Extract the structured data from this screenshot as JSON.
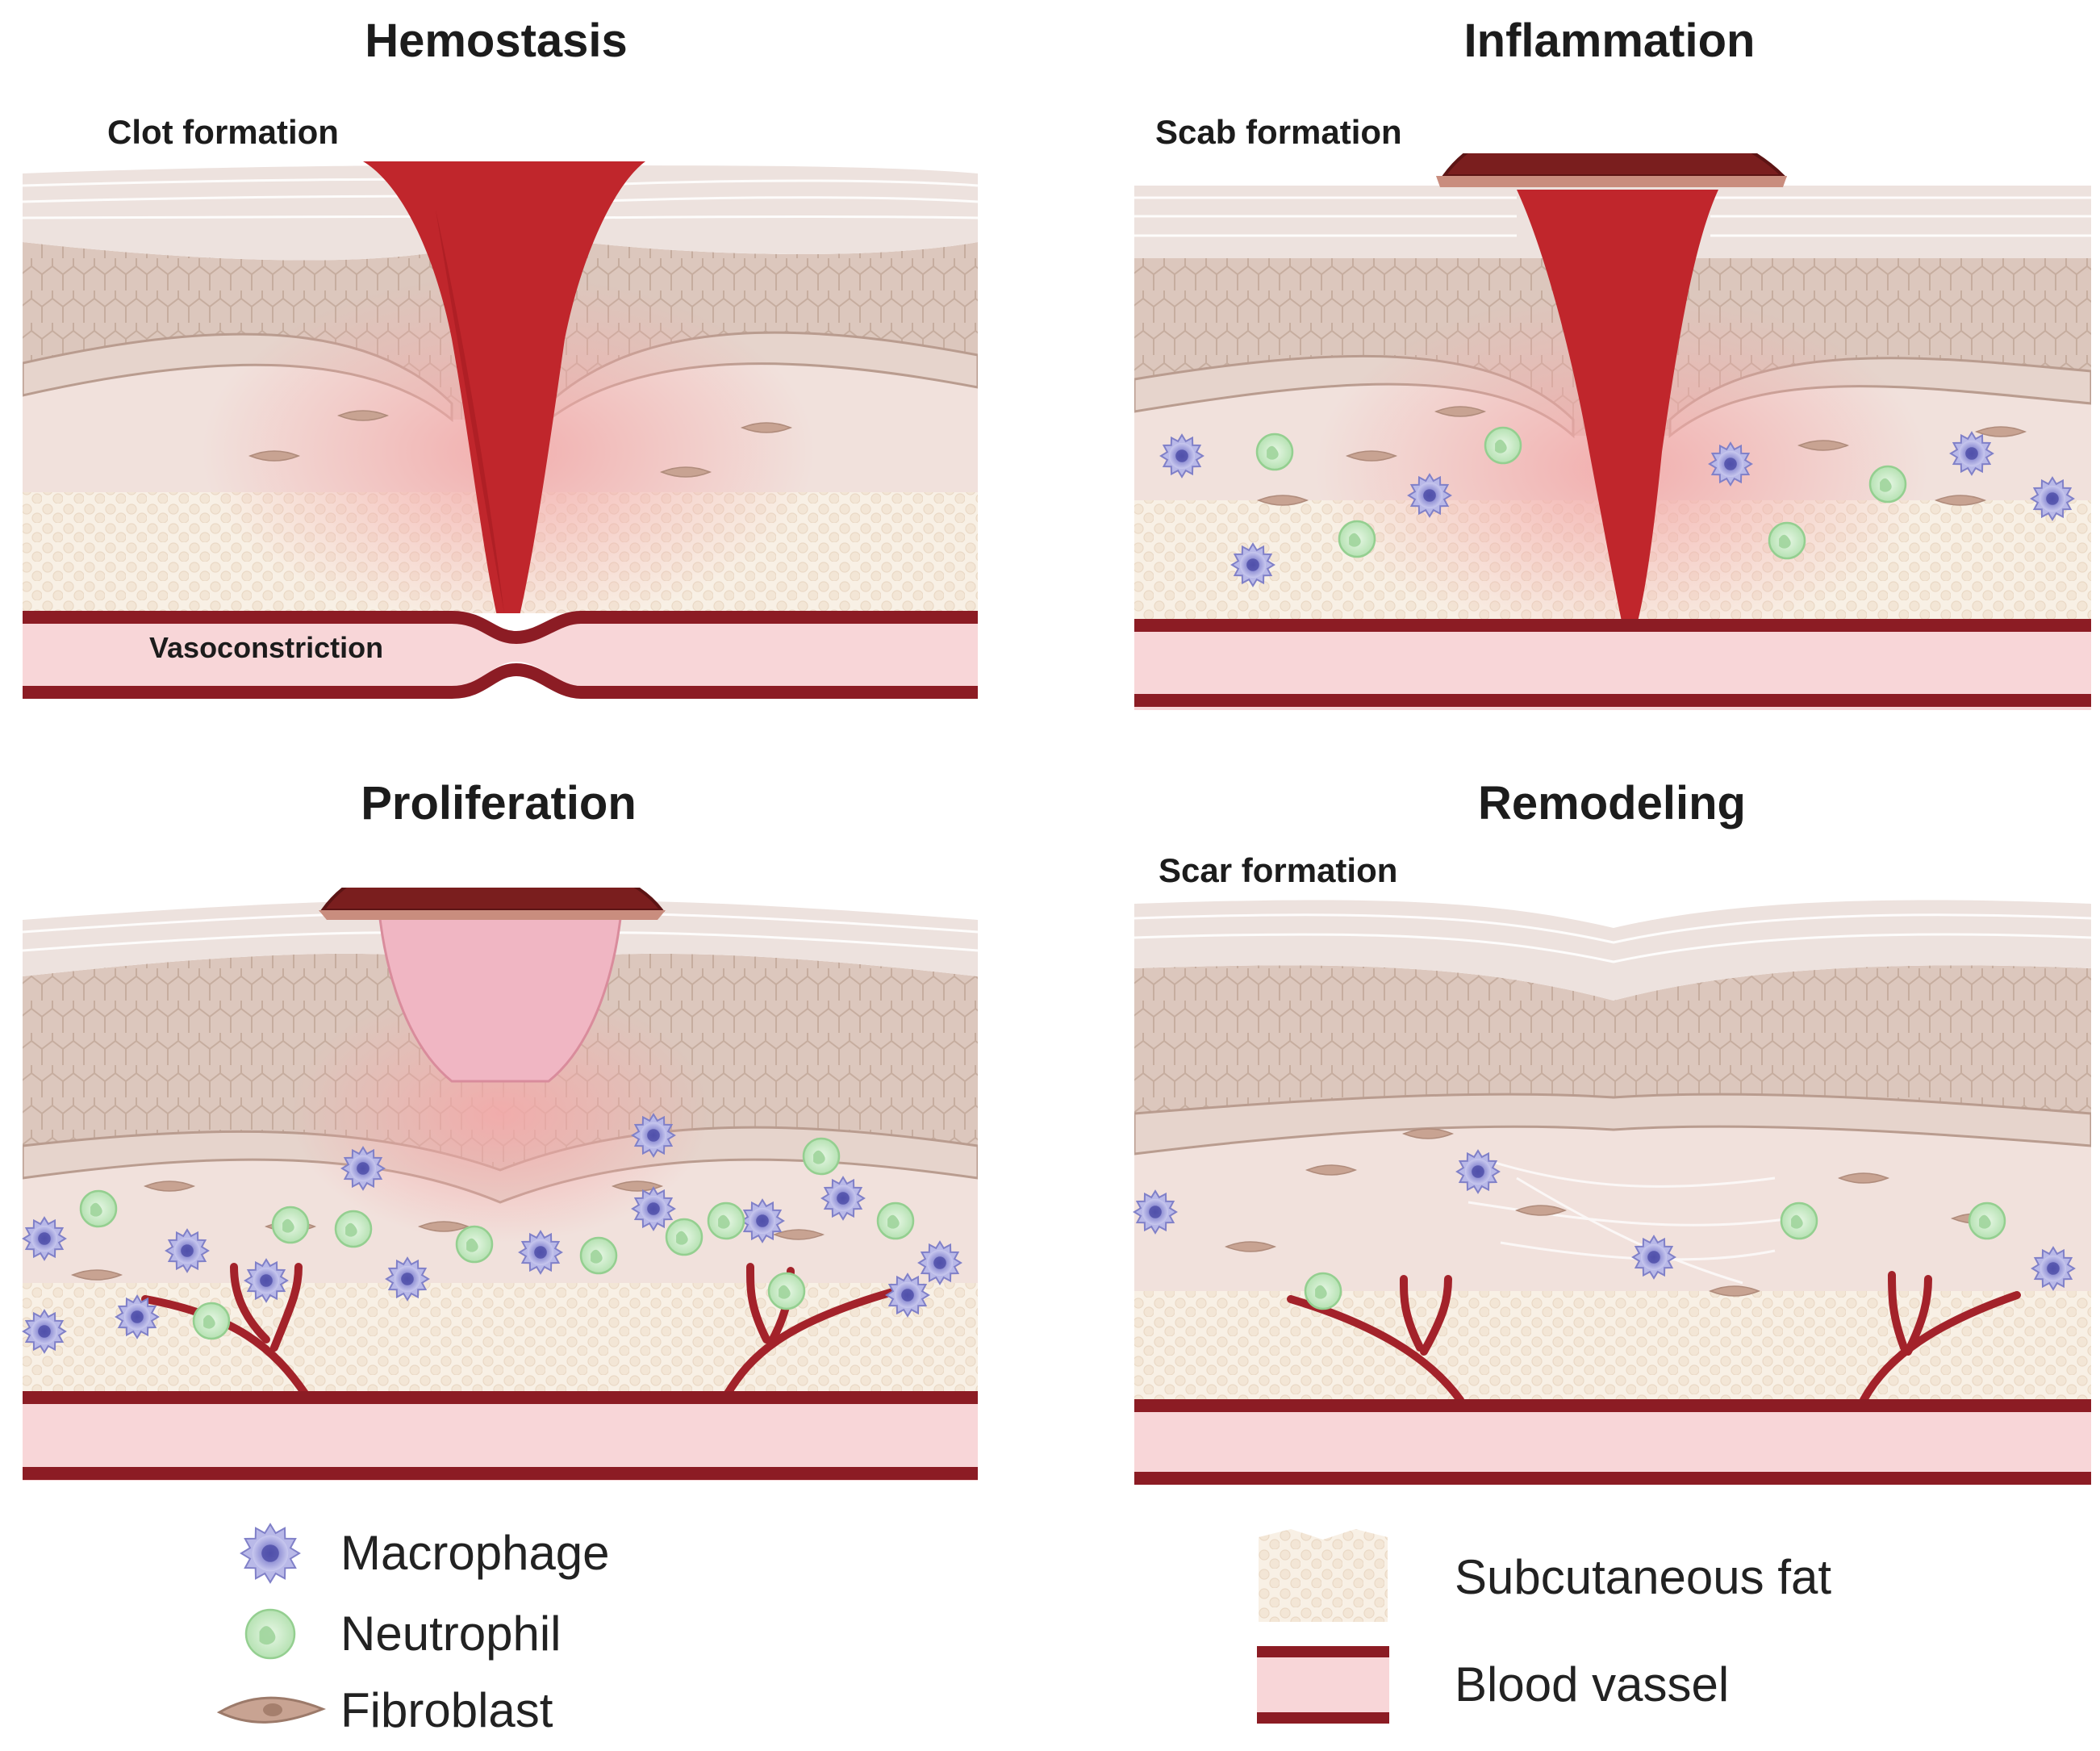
{
  "panels": [
    {
      "title": "Hemostasis",
      "sub_label": "Clot formation",
      "vessel_label": "Vasoconstriction"
    },
    {
      "title": "Inflammation",
      "sub_label": "Scab  formation"
    },
    {
      "title": "Proliferation"
    },
    {
      "title": "Remodeling",
      "sub_label": "Scar  formation"
    }
  ],
  "legend": {
    "macrophage": "Macrophage",
    "neutrophil": "Neutrophil",
    "fibroblast": "Fibroblast",
    "fat": "Subcutaneous fat",
    "vessel": "Blood vassel"
  },
  "colors": {
    "stratum": "#ece0dc",
    "epidermis": "#d9c3ba",
    "basal_cell": "#e6d4cc",
    "dermis": "#f1e1dc",
    "fat": "#f7efe4",
    "vessel_wall": "#8c1c24",
    "vessel_lumen": "#f8d6d8",
    "wound": "#c0262c",
    "scab": "#7a1e1e",
    "granulation": "#f0b6c3",
    "macrophage": "#8e8ed0",
    "neutrophil": "#bfe6bf",
    "fibroblast": "#c8a392"
  }
}
